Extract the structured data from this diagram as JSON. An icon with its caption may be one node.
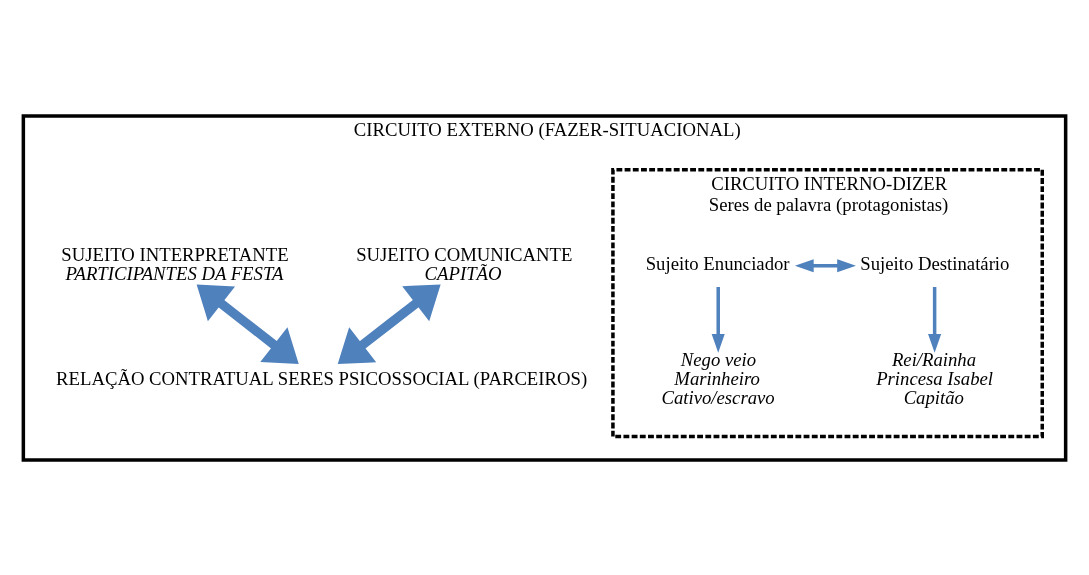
{
  "diagram": {
    "nodes": [
      {
        "text": [
          "CIRCUITO EXTERNO (FAZER-SITUACIONAL)"
        ]
      },
      {
        "text": [
          "SUJEITO COMUNICANTE",
          "CAPITÃO"
        ],
        "in": 0
      },
      {
        "text": [
          "CIRCUITO INTERNO-DIZER",
          "Seres de palavra (protagonistas)"
        ],
        "in": 0
      },
      {
        "text": [
          "Sujeito Enunciador"
        ],
        "in": 2
      },
      {
        "text": [
          "Sujeito Destinatário"
        ],
        "in": 2
      },
      {
        "text": [
          "Nego veio",
          "Marinheiro",
          "Cativo/escravo"
        ],
        "in": 2
      },
      {
        "text": [
          "Rei/Rainha",
          "Princesa Isabel",
          "Capitão"
        ],
        "in": 2
      },
      {
        "text": [
          "SUJEITO INTERPRETANTE",
          "PARTICIPANTES DA FESTA"
        ],
        "in": 0
      },
      {
        "text": [
          "RELAÇÃO CONTRATUAL SERES PSICOSSOCIAL (PARCEIROS)"
        ],
        "in": 0
      }
    ],
    "edges": [
      {
        "from": 3,
        "to": 4,
        "arrow": "both"
      },
      {
        "from": 3,
        "to": 5,
        "arrow": "to"
      },
      {
        "from": 4,
        "to": 6,
        "arrow": "to"
      },
      {
        "from": 1,
        "to": 8,
        "arrow": "both",
        "style": "thick"
      },
      {
        "from": 7,
        "to": 8,
        "arrow": "both",
        "style": "thick"
      }
    ]
  }
}
